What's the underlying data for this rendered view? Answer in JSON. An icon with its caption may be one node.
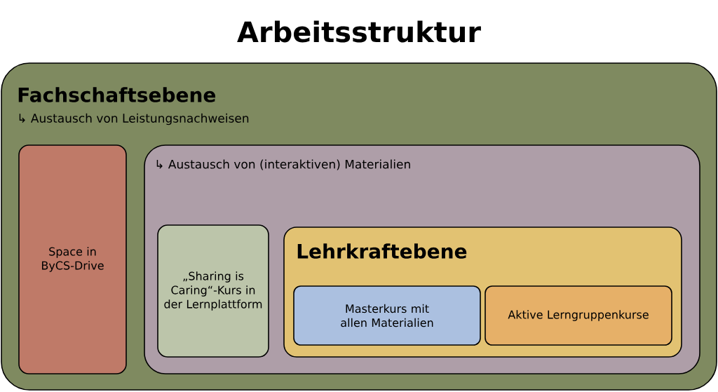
{
  "diagram": {
    "title": "Arbeitsstruktur",
    "nodes": [
      {
        "text": [
          "Fachschaftsebene",
          "↳ Austausch von Leistungsnachweisen"
        ]
      },
      {
        "text": [
          "Space in ByCS-Drive"
        ],
        "in": 0
      },
      {
        "text": [
          "↳ Austausch von (interaktiven) Materialien"
        ],
        "in": 0
      },
      {
        "text": [
          "„Sharing is Caring“-Kurs in der Lernplattform"
        ],
        "in": 2
      },
      {
        "text": [
          "Lehrkraftebene"
        ],
        "in": 2
      },
      {
        "text": [
          "Masterkurs mit allen Materialien"
        ],
        "in": 4
      },
      {
        "text": [
          "Aktive Lerngruppenkurse"
        ],
        "in": 4
      }
    ]
  }
}
